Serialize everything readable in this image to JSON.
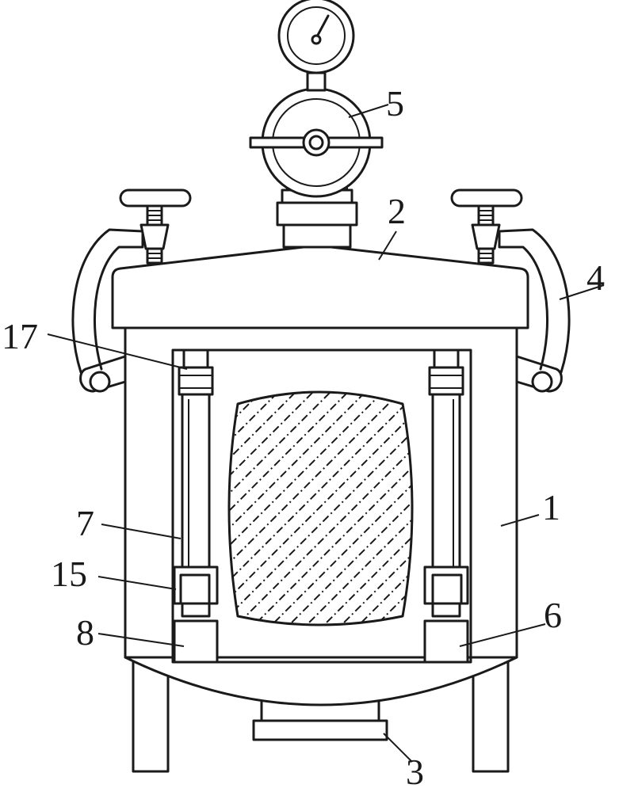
{
  "diagram": {
    "labels": {
      "l1": "1",
      "l2": "2",
      "l3": "3",
      "l4": "4",
      "l5": "5",
      "l6": "6",
      "l7": "7",
      "l8": "8",
      "l15": "15",
      "l17": "17"
    },
    "colors": {
      "line": "#1a1a1a",
      "background": "#ffffff"
    }
  }
}
